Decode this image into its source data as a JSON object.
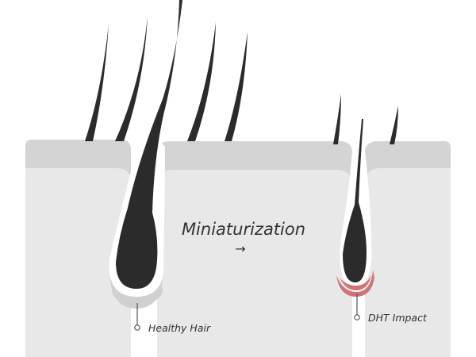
{
  "diagram": {
    "center_label": "Miniaturization",
    "arrow_glyph": "→",
    "left_label": "Healthy Hair",
    "right_label": "DHT Impact"
  },
  "colors": {
    "background": "#ffffff",
    "skin_fill": "#e8e8e8",
    "skin_top_band": "#d4d4d4",
    "hair": "#2b2b2b",
    "follicle_outline": "#ffffff",
    "bulb_cup": "#d0d0d0",
    "dht_cup": "#cf7474",
    "callout_line": "#555555",
    "text": "#333333"
  }
}
